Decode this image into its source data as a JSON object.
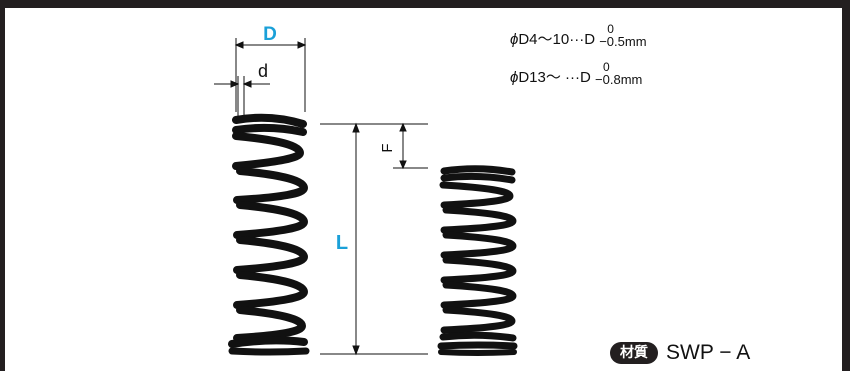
{
  "labels": {
    "D": "D",
    "d": "d",
    "L": "L",
    "F": "F"
  },
  "tolerances": [
    {
      "prefix": "ϕ",
      "range": "D4〜10···D",
      "upper": "0",
      "lower": "−0.5mm"
    },
    {
      "prefix": "ϕ",
      "range": "D13〜  ···D",
      "upper": "0",
      "lower": "−0.8mm"
    }
  ],
  "material": {
    "badge": "材質",
    "value": "SWP − A"
  },
  "colors": {
    "accent": "#1aa0d8",
    "frame": "#231f20",
    "spring": "#111111"
  }
}
